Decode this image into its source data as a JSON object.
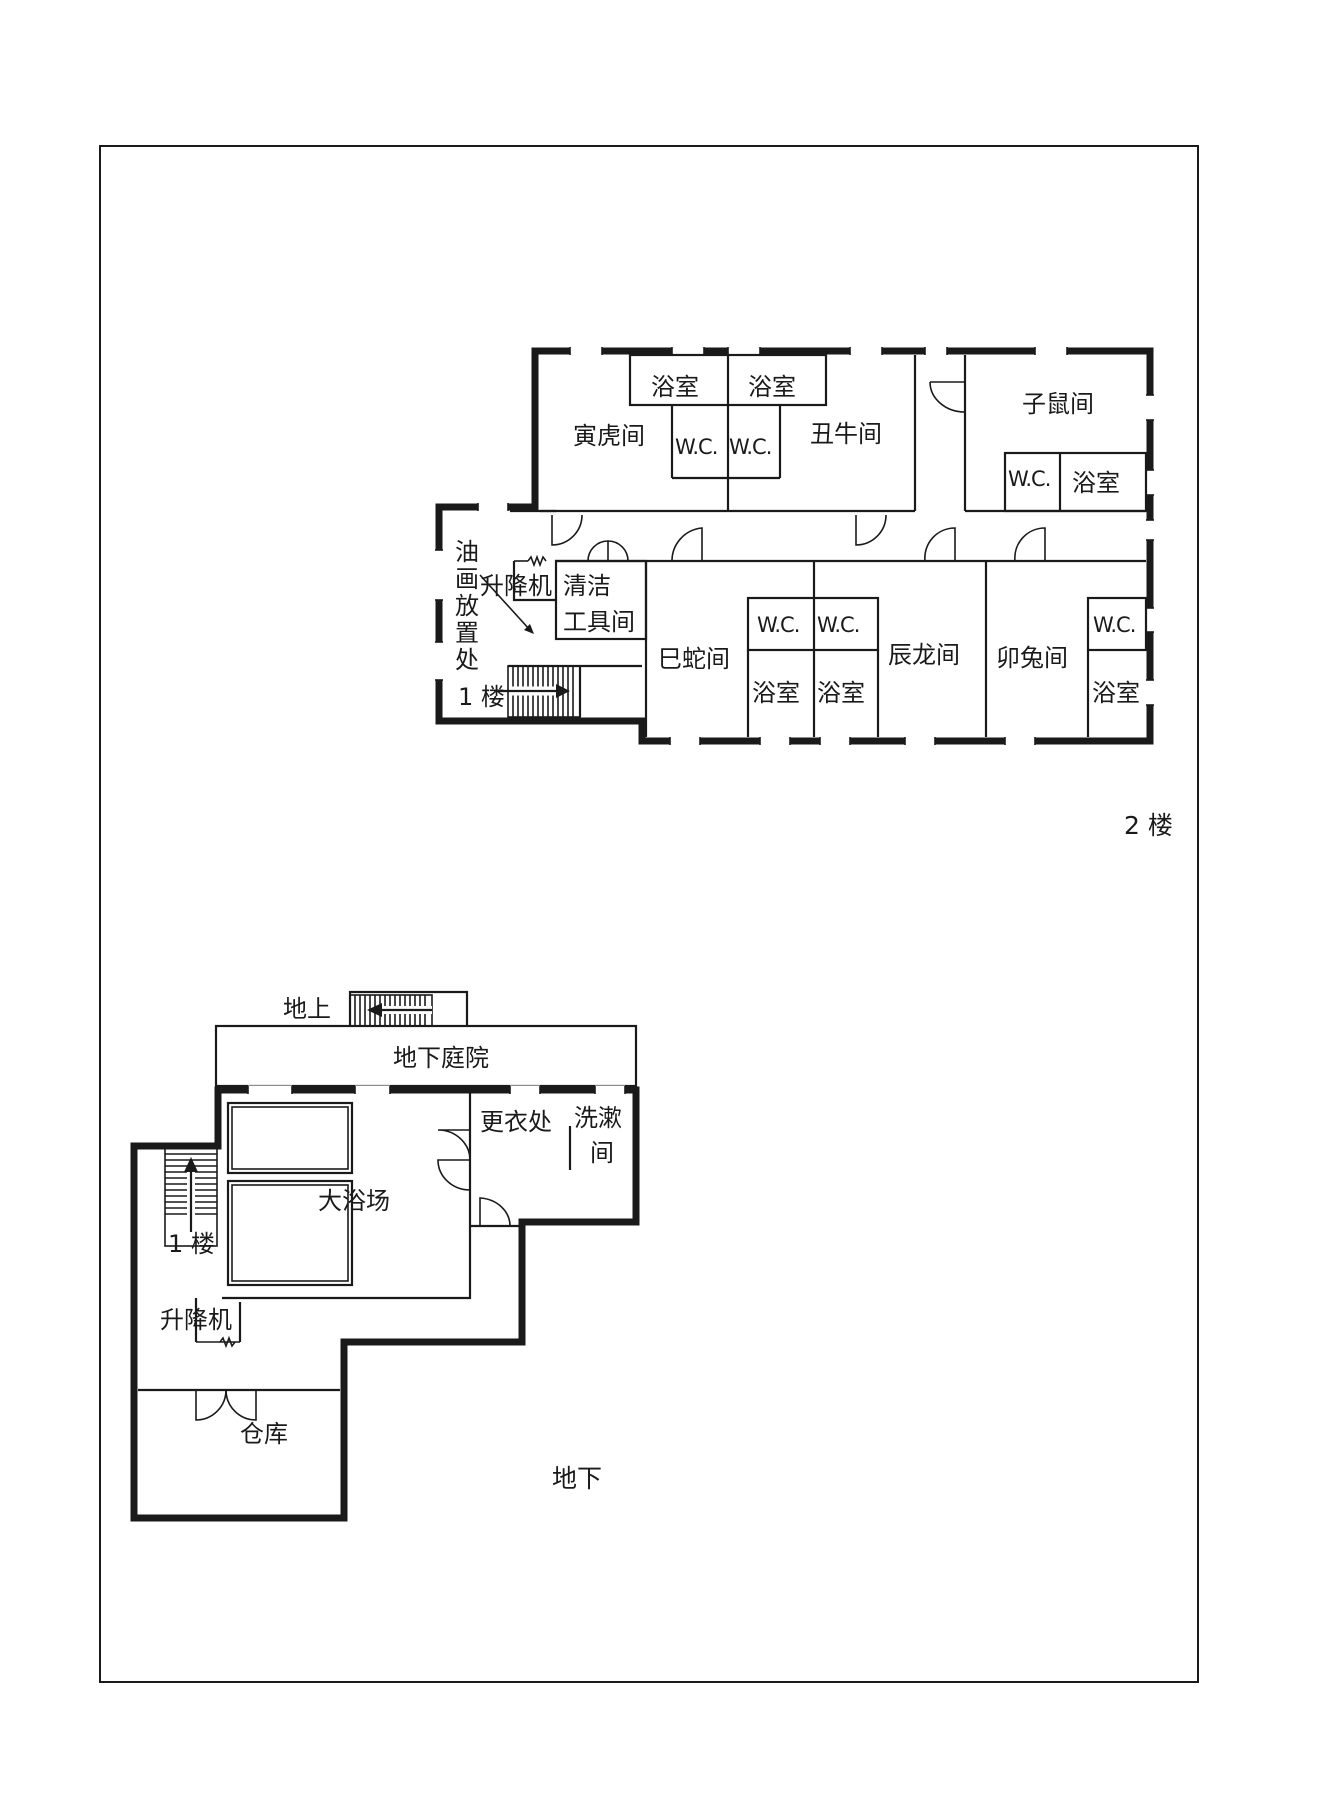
{
  "floors": {
    "second": {
      "label": "2 楼",
      "rooms": {
        "tora": "寅虎间",
        "ushi": "丑牛间",
        "ne": "子鼠间",
        "mi": "巳蛇间",
        "tatsu": "辰龙间",
        "u": "卯兔间"
      },
      "bath_label": "浴室",
      "wc_label": "W.C.",
      "lift": "升降机",
      "cleaning": [
        "清洁",
        "工具间"
      ],
      "painting_storage": [
        "油",
        "画",
        "放",
        "置",
        "处"
      ],
      "stairs_to": "1 楼"
    },
    "basement": {
      "label": "地下",
      "courtyard": "地下庭院",
      "ground": "地上",
      "bath_hall": "大浴场",
      "changing": "更衣处",
      "washroom": [
        "洗漱",
        "间"
      ],
      "stairs_to": "1 楼",
      "lift": "升降机",
      "storage": "仓库"
    }
  }
}
